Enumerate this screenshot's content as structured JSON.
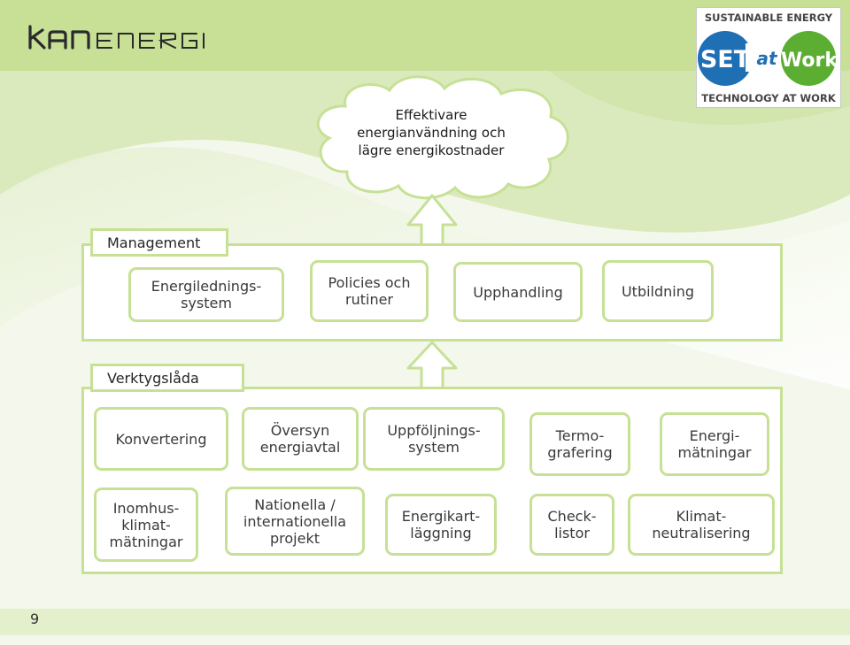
{
  "header": {
    "brand_logo": "kanenergi-logo",
    "partner_logo": {
      "top_text": "SUSTAINABLE ENERGY",
      "set_text": "SET",
      "at_text": "at",
      "work_text": "Work",
      "bottom_text": "TECHNOLOGY AT WORK"
    }
  },
  "goal_cloud": {
    "line1": "Effektivare",
    "line2": "energianvändning och",
    "line3": "lägre energikostnader"
  },
  "management": {
    "label": "Management",
    "items": [
      "Energilednings-\nsystem",
      "Policies och\nrutiner",
      "Upphandling",
      "Utbildning"
    ]
  },
  "toolbox": {
    "label": "Verktygslåda",
    "row1": [
      "Konvertering",
      "Översyn\nenergiavtal",
      "Uppföljnings-\nsystem",
      "Termo-\ngrafering",
      "Energi-\nmätningar"
    ],
    "row2": [
      "Inomhus-\nklimat-\nmätningar",
      "Nationella /\ninternationella\nprojekt",
      "Energikart-\nläggning",
      "Check-\nlistor",
      "Klimat-\nneutralisering"
    ]
  },
  "footer": {
    "page_number": "9"
  },
  "colors": {
    "accent_green": "#c6e196",
    "band_green": "#c8df96",
    "set_blue": "#1f6fb4",
    "set_green": "#5cae33"
  }
}
